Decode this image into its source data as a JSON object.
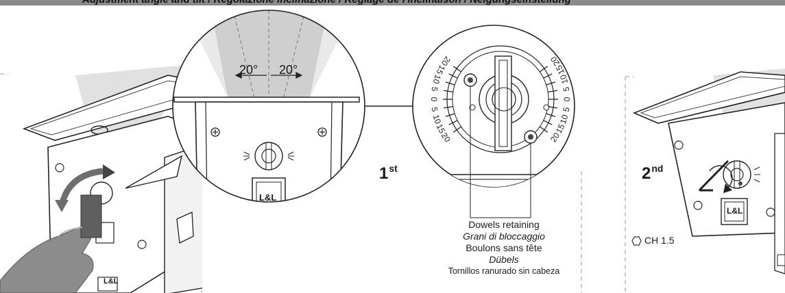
{
  "header": {
    "title": "Adjustment angle and tilt / Regolazione inclinazione / Réglage de l'inclinaison / Neigungseinstellung"
  },
  "angles": {
    "left": "20°",
    "right": "20°"
  },
  "steps": {
    "first_main": "1",
    "first_suffix": "st",
    "second_main": "2",
    "second_suffix": "nd"
  },
  "dial_scale": [
    "20",
    "15",
    "10",
    "5",
    "0",
    "5",
    "10",
    "15",
    "20"
  ],
  "caption": {
    "en": "Dowels retaining",
    "it": "Grani di bloccaggio",
    "fr": "Boulons sans tête",
    "de": "Dübels",
    "es": "Tornillos ranurado sin cabeza"
  },
  "tool": {
    "label": "CH 1.5"
  },
  "logo": {
    "text": "L&L"
  }
}
